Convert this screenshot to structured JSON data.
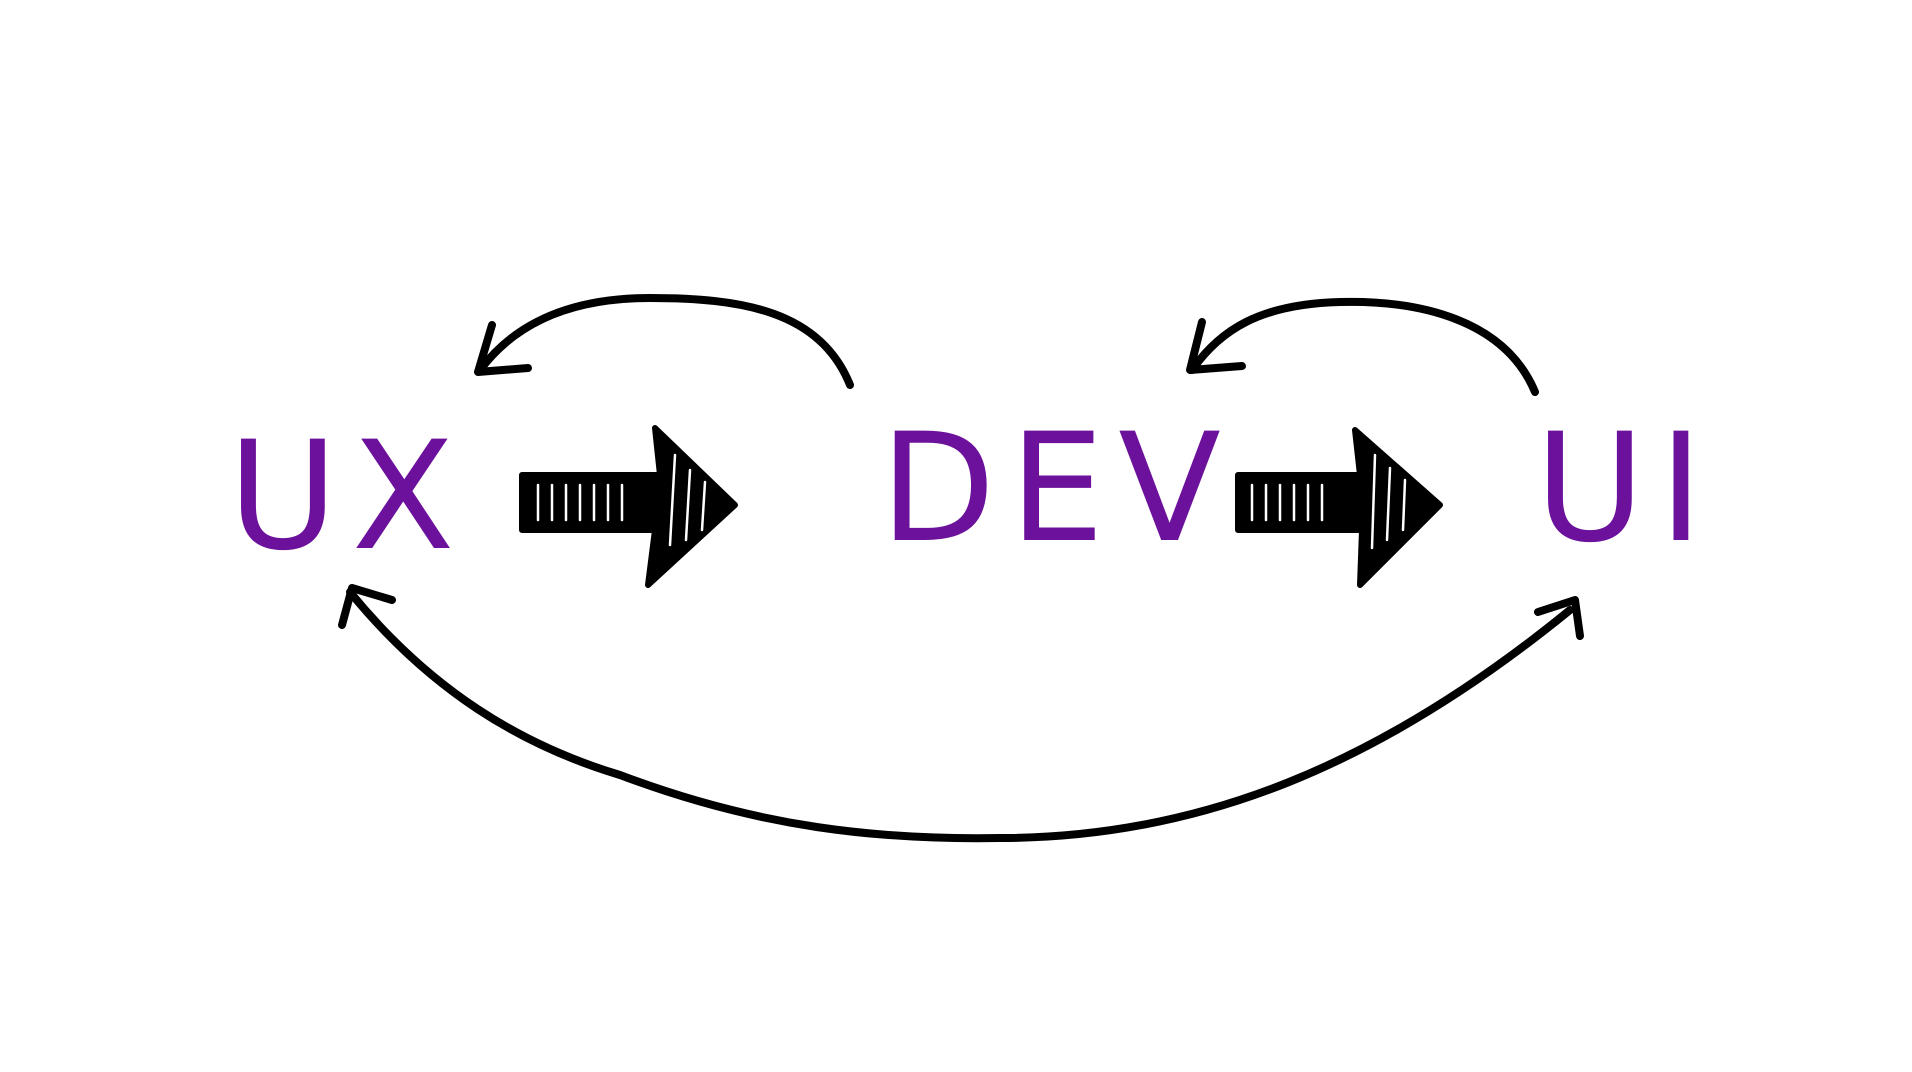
{
  "diagram": {
    "nodes": [
      {
        "id": "ux",
        "label": "UX"
      },
      {
        "id": "dev",
        "label": "DEV"
      },
      {
        "id": "ui",
        "label": "UI"
      }
    ],
    "edges": [
      {
        "from": "UX",
        "to": "DEV",
        "style": "bold"
      },
      {
        "from": "DEV",
        "to": "UI",
        "style": "bold"
      },
      {
        "from": "DEV",
        "to": "UX",
        "style": "curved"
      },
      {
        "from": "UI",
        "to": "DEV",
        "style": "curved"
      },
      {
        "from": "UX",
        "to": "UI",
        "style": "curved-bidirectional"
      }
    ]
  },
  "colors": {
    "label": "#6b119c",
    "ink": "#000000",
    "background": "#ffffff"
  }
}
